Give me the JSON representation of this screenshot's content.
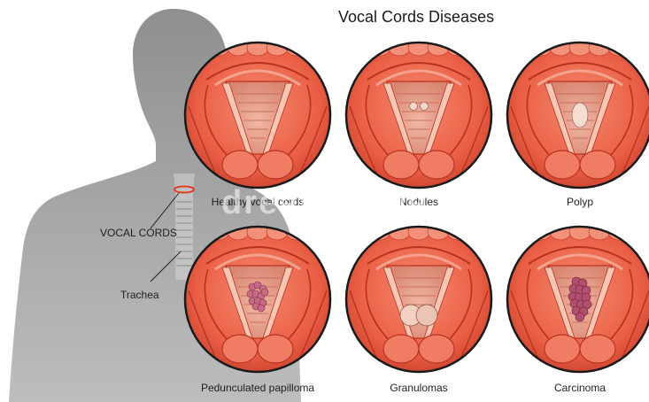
{
  "title": "Vocal Cords Diseases",
  "body_labels": {
    "vocal_cords": "VOCAL CORDS",
    "trachea": "Trachea"
  },
  "panels": [
    {
      "caption": "Healthy vocal cords",
      "lesion": "none"
    },
    {
      "caption": "Nodules",
      "lesion": "nodules"
    },
    {
      "caption": "Polyp",
      "lesion": "polyp"
    },
    {
      "caption": "Pedunculated papilloma",
      "lesion": "papilloma"
    },
    {
      "caption": "Granulomas",
      "lesion": "granulomas"
    },
    {
      "caption": "Carcinoma",
      "lesion": "carcinoma"
    }
  ],
  "watermark": "dreamstime",
  "colors": {
    "silhouette": "#a9a9a9",
    "tissue": "#ee6b52",
    "tissue_dark": "#b8321f",
    "cord": "#f7c6b4",
    "outline": "#1a1a1a",
    "highlight_ring": "#e8321e"
  }
}
